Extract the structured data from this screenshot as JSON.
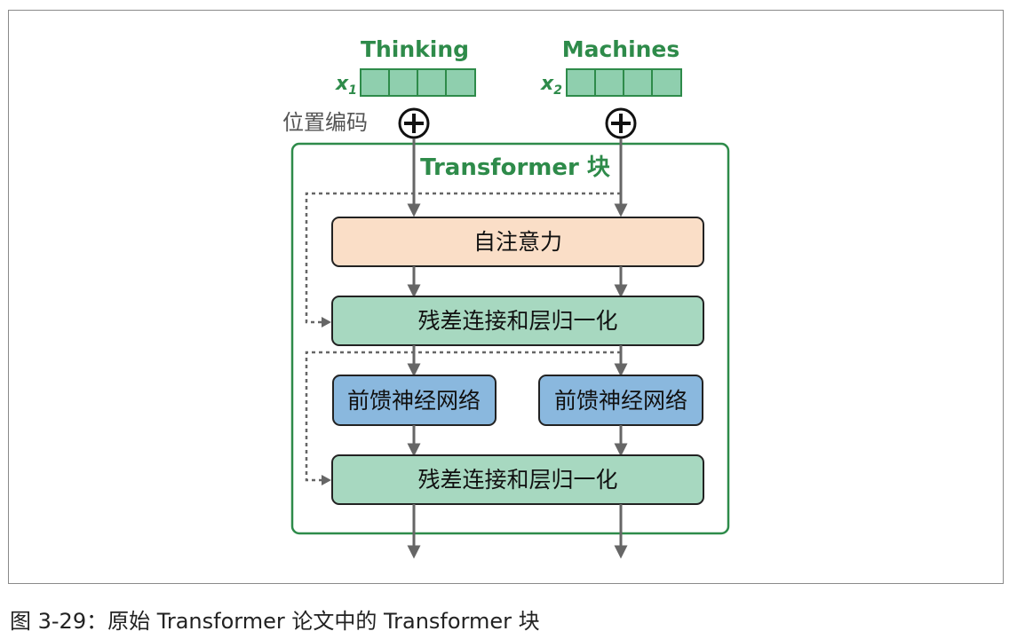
{
  "tokens": [
    {
      "word": "Thinking",
      "var": "x",
      "sub": "1"
    },
    {
      "word": "Machines",
      "var": "x",
      "sub": "2"
    }
  ],
  "positional_encoding_label": "位置编码",
  "block_title": "Transformer 块",
  "self_attention_label": "自注意力",
  "add_norm_label_1": "残差连接和层归一化",
  "ffn_labels": [
    "前馈神经网络",
    "前馈神经网络"
  ],
  "add_norm_label_2": "残差连接和层归一化",
  "caption": "图 3-29：原始 Transformer 论文中的 Transformer 块",
  "colors": {
    "accent_green": "#2e8b4a",
    "embedding_fill": "#8fcfae",
    "attention_fill": "#fadec7",
    "addnorm_fill": "#a7d8c0",
    "ffn_fill": "#8ab8de",
    "arrow": "#666666"
  }
}
